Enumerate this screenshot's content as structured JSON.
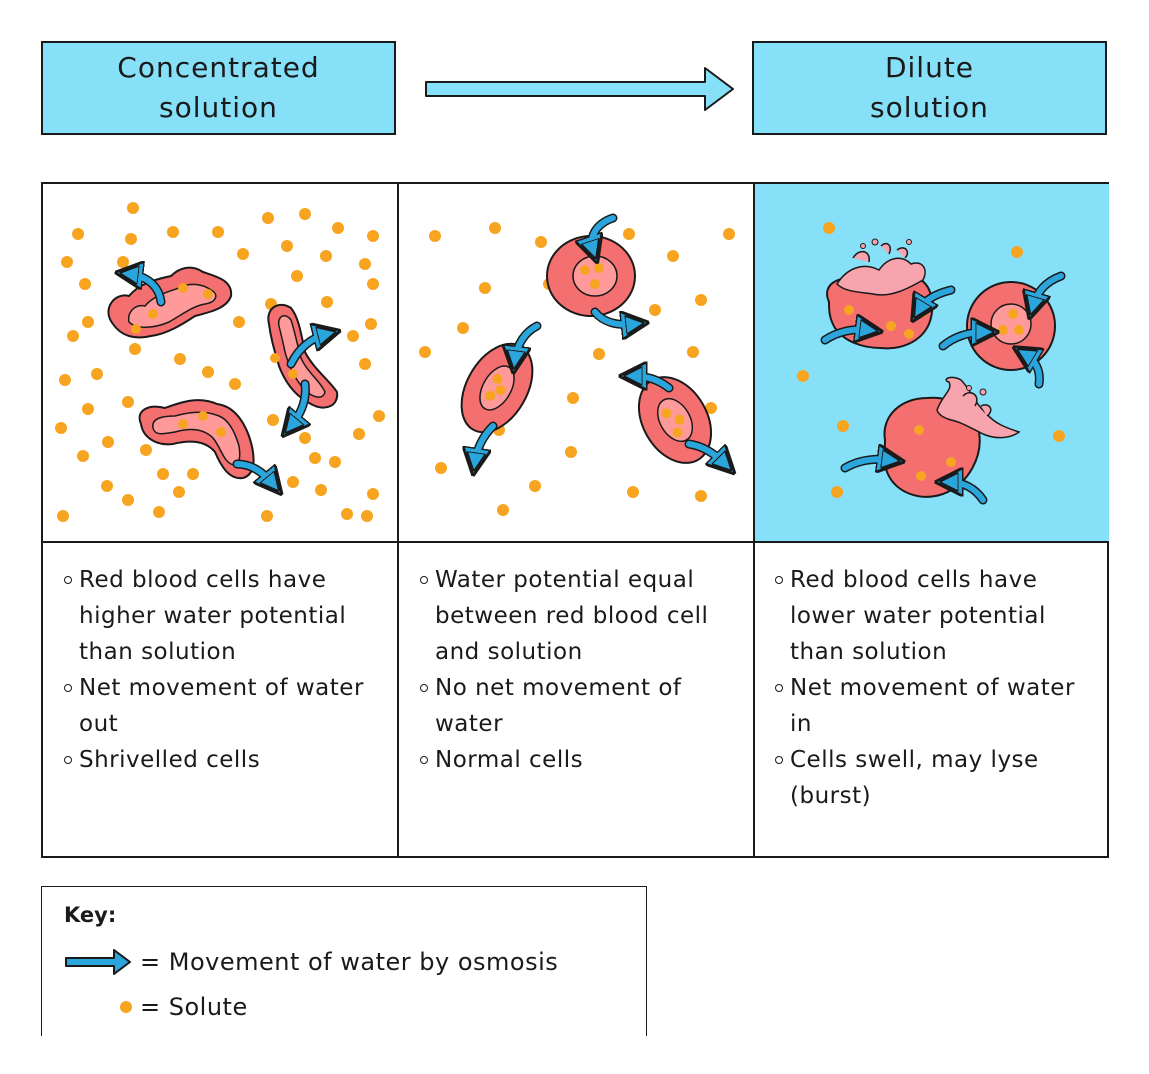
{
  "header": {
    "left_line1": "Concentrated",
    "left_line2": "solution",
    "right_line1": "Dilute",
    "right_line2": "solution"
  },
  "columns": [
    {
      "bullets": [
        "Red blood cells have higher water potential than solution",
        "Net movement of water out",
        "Shrivelled cells"
      ]
    },
    {
      "bullets": [
        "Water potential equal between red blood cell and solution",
        "No net movement of water",
        "Normal cells"
      ]
    },
    {
      "bullets": [
        "Red blood cells have lower water potential than solution",
        "Net movement of water in",
        "Cells swell, may lyse (burst)"
      ]
    }
  ],
  "key": {
    "title": "Key:",
    "arrow_label": "= Movement of water by osmosis",
    "solute_label": "= Solute"
  },
  "colors": {
    "solution_blue": "#86e1f8",
    "arrow_blue": "#2ba6dd",
    "cell_red": "#f46f6f",
    "solute_orange": "#f7a421"
  }
}
